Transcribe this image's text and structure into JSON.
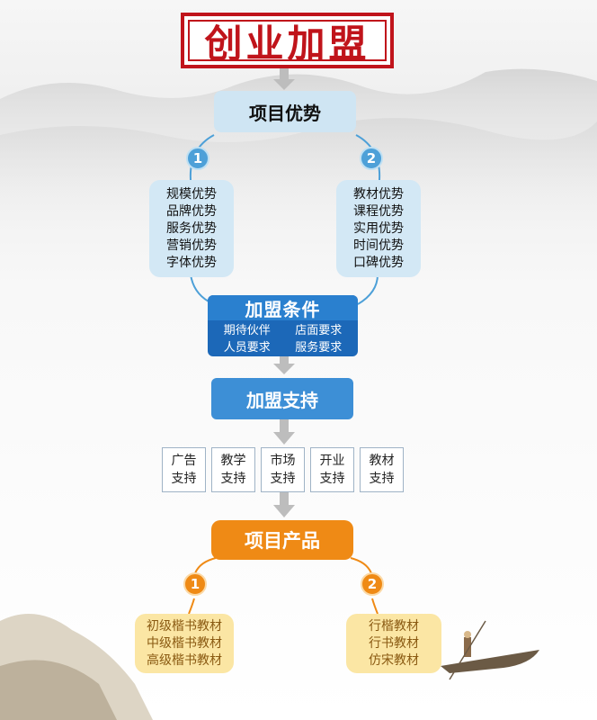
{
  "title": "创业加盟",
  "advantages": {
    "heading": "项目优势",
    "left_num": "1",
    "right_num": "2",
    "left_items": [
      "规模优势",
      "品牌优势",
      "服务优势",
      "营销优势",
      "字体优势"
    ],
    "right_items": [
      "教材优势",
      "课程优势",
      "实用优势",
      "时间优势",
      "口碑优势"
    ]
  },
  "conditions": {
    "heading": "加盟条件",
    "items": [
      "期待伙伴",
      "店面要求",
      "人员要求",
      "服务要求"
    ]
  },
  "support": {
    "heading": "加盟支持",
    "items": [
      {
        "line1": "广告",
        "line2": "支持"
      },
      {
        "line1": "教学",
        "line2": "支持"
      },
      {
        "line1": "市场",
        "line2": "支持"
      },
      {
        "line1": "开业",
        "line2": "支持"
      },
      {
        "line1": "教材",
        "line2": "支持"
      }
    ]
  },
  "products": {
    "heading": "项目产品",
    "left_num": "1",
    "right_num": "2",
    "left_items": [
      "初级楷书教材",
      "中级楷书教材",
      "高级楷书教材"
    ],
    "right_items": [
      "行楷教材",
      "行书教材",
      "仿宋教材"
    ]
  },
  "colors": {
    "red": "#c0141b",
    "light_blue": "#cfe5f3",
    "blue": "#3d8fd6",
    "orange": "#ef8a15",
    "yellow": "#fbe6a4"
  }
}
